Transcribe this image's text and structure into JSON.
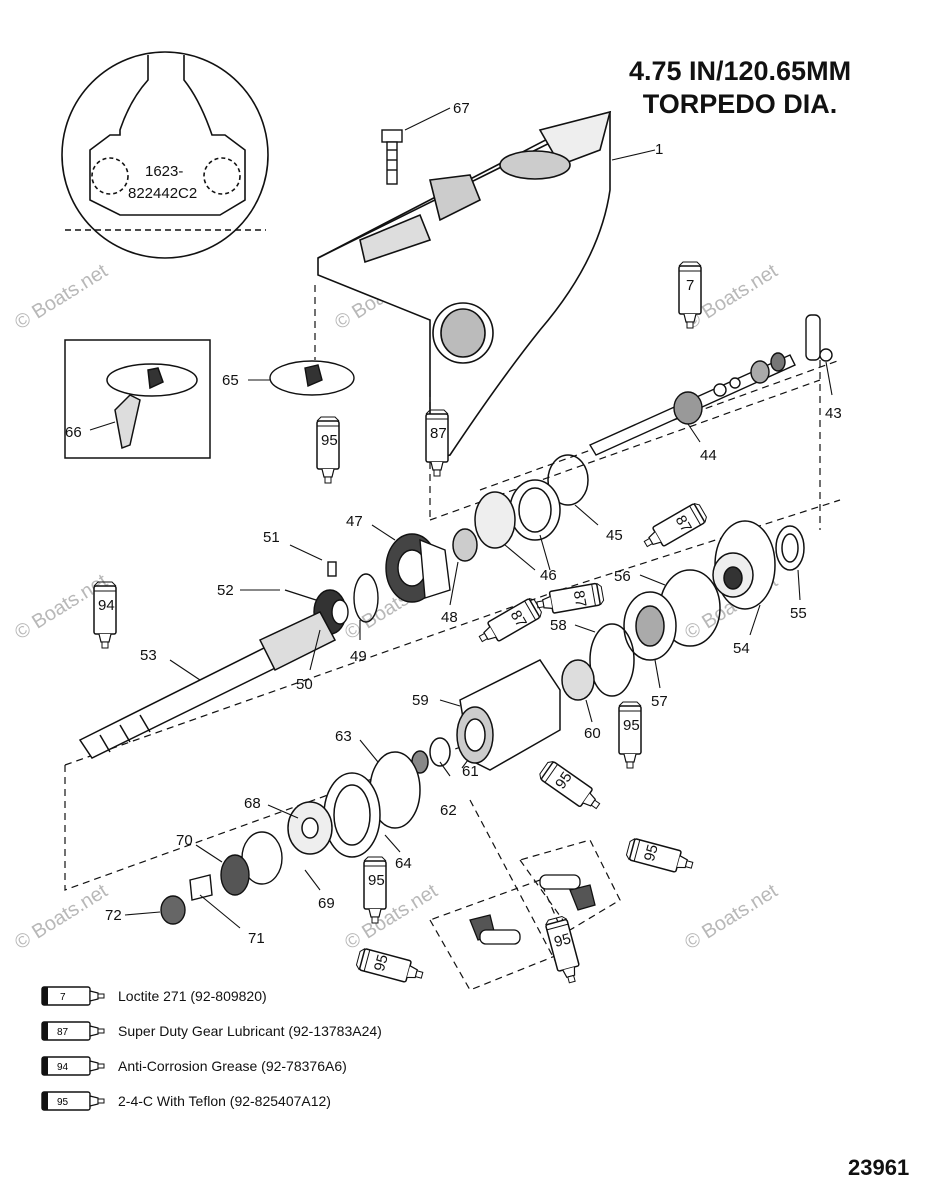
{
  "title_line1": "4.75 IN/120.65MM",
  "title_line2": "TORPEDO DIA.",
  "drawing_number": "23961",
  "inset_text_1": "1623-",
  "inset_text_2": "822442C2",
  "watermark": "© Boats.net",
  "callouts": {
    "c1": "1",
    "c7": "7",
    "c43": "43",
    "c44": "44",
    "c45": "45",
    "c46": "46",
    "c47": "47",
    "c48": "48",
    "c49": "49",
    "c50": "50",
    "c51": "51",
    "c52": "52",
    "c53": "53",
    "c54": "54",
    "c55": "55",
    "c56": "56",
    "c57": "57",
    "c58": "58",
    "c59": "59",
    "c60": "60",
    "c61": "61",
    "c62": "62",
    "c63": "63",
    "c64": "64",
    "c65": "65",
    "c66": "66",
    "c67": "67",
    "c68": "68",
    "c69": "69",
    "c70": "70",
    "c71": "71",
    "c72": "72"
  },
  "tube_labels": {
    "t7": "7",
    "t87": "87",
    "t94": "94",
    "t95": "95"
  },
  "legend": [
    {
      "num": "7",
      "text": "Loctite 271 (92-809820)"
    },
    {
      "num": "87",
      "text": "Super Duty Gear Lubricant (92-13783A24)"
    },
    {
      "num": "94",
      "text": "Anti-Corrosion Grease (92-78376A6)"
    },
    {
      "num": "95",
      "text": "2-4-C  With Teflon (92-825407A12)"
    }
  ]
}
